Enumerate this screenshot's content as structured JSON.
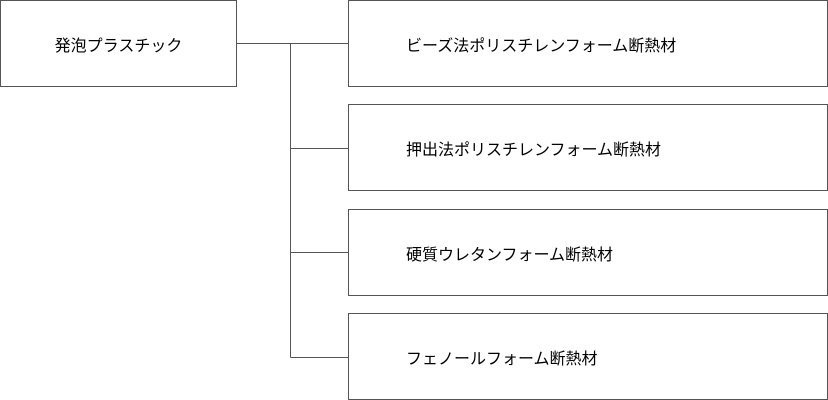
{
  "root": {
    "label": "発泡プラスチック"
  },
  "children": [
    {
      "label": "ビーズ法ポリスチレンフォーム断熱材"
    },
    {
      "label": "押出法ポリスチレンフォーム断熱材"
    },
    {
      "label": "硬質ウレタンフォーム断熱材"
    },
    {
      "label": "フェノールフォーム断熱材"
    }
  ]
}
